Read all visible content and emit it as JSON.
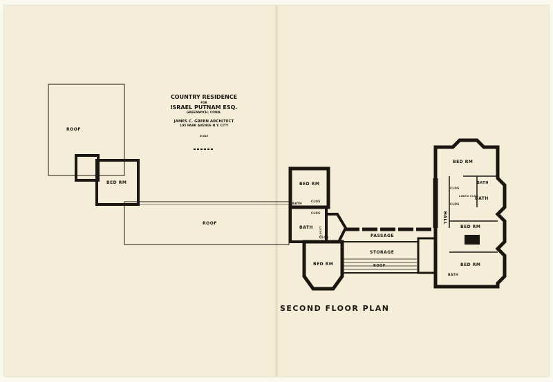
{
  "title_block": {
    "line1": "COUNTRY   RESIDENCE",
    "line2": "FOR",
    "line3": "ISRAEL  PUTNAM  ESQ.",
    "line4": "GREENWICH, CONN.",
    "line5": "JAMES  C. GREEN  ARCHITECT",
    "line6": "105 PARK  AVENUE  N.Y. CITY",
    "scale_label": "SCALE"
  },
  "plan_title": "SECOND FLOOR PLAN",
  "rooms": {
    "roof_left": "ROOF",
    "bed_left": "BED RM",
    "roof_long": "ROOF",
    "bed_center_top": "BED RM",
    "bath_small": "BATH",
    "clos_a": "CLOS",
    "clos_b": "CLOS",
    "bath_center": "BATH",
    "closet": "CLOSET",
    "clos_c": "CLOS",
    "bed_center_bottom": "BED RM",
    "passage": "PASSAGE",
    "storage": "STORAGE",
    "roof_storage": "ROOF",
    "bed_right_top": "BED RM",
    "clos_r1": "CLOS",
    "bath_r1": "BATH",
    "linen_clos": "LINEN CLOS",
    "bath_r2": "BATH",
    "clos_r2": "CLOS",
    "hall": "HALL",
    "bed_right_mid": "BED RM",
    "bed_right_bottom": "BED RM",
    "bath_r3": "BATH"
  }
}
